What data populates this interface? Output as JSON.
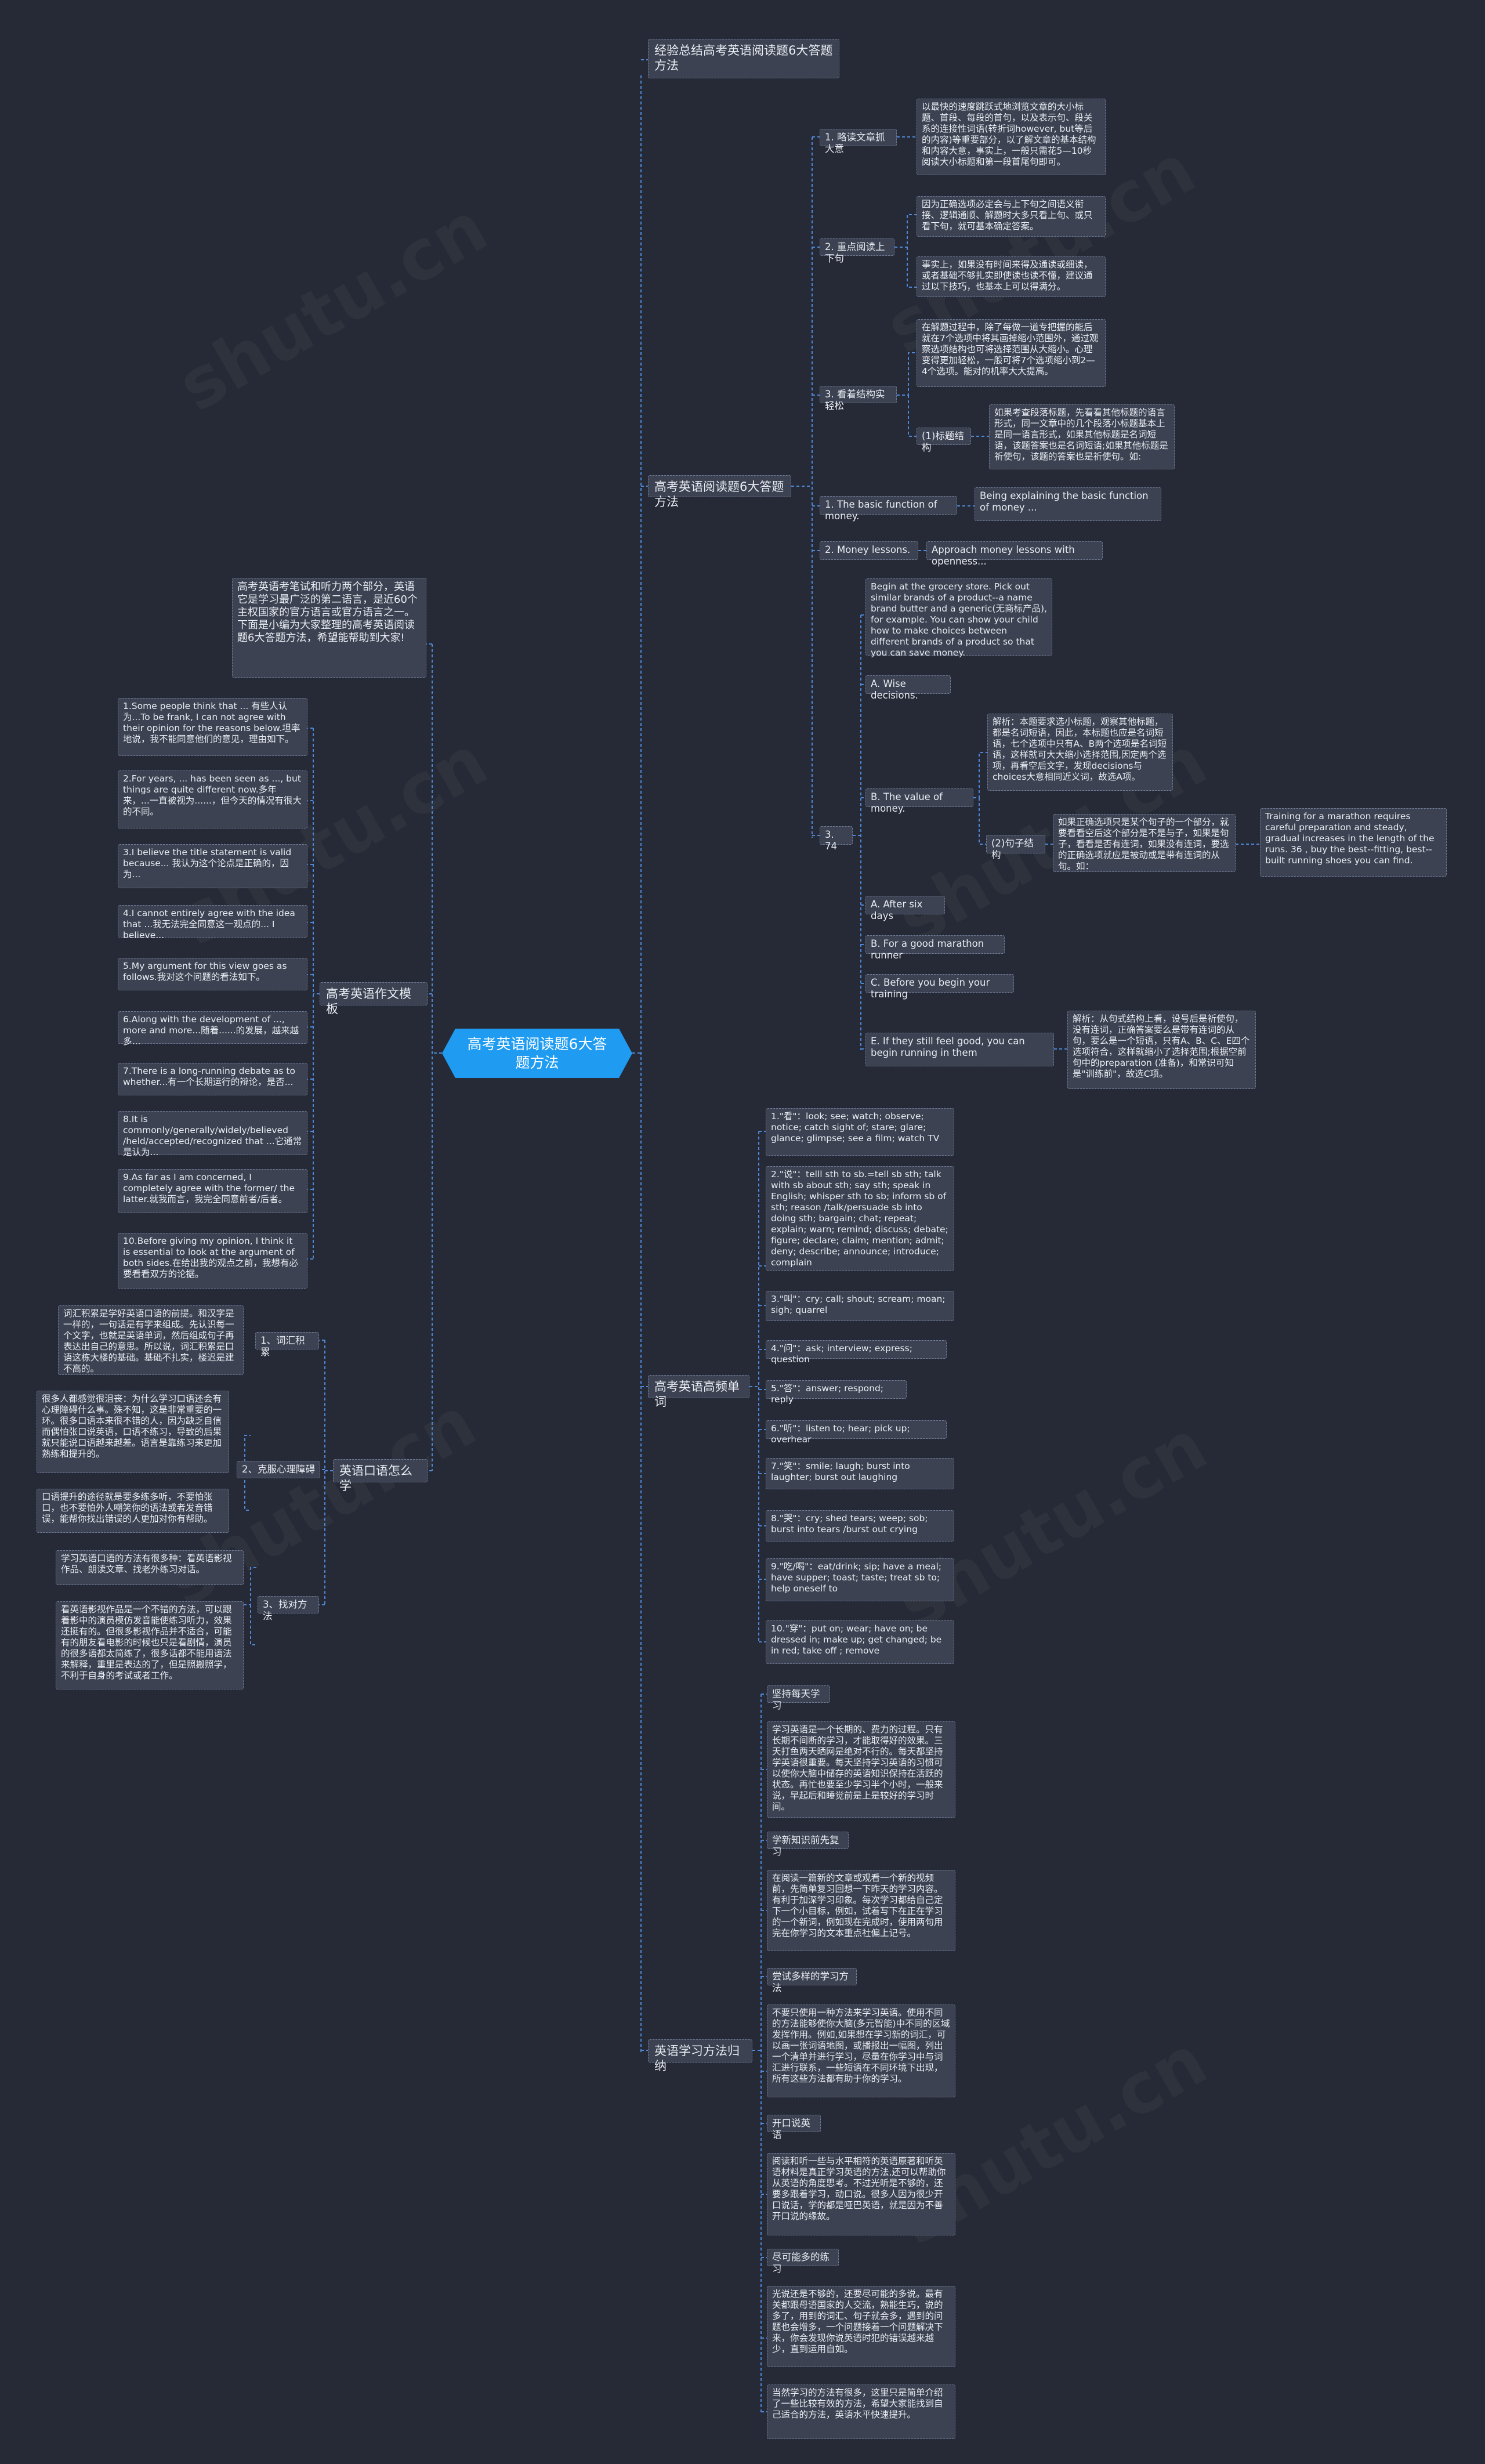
{
  "watermark": "shutu.cn",
  "root": "高考英语阅读题6大答题方法",
  "intro": "高考英语考笔试和听力两个部分，英语它是学习最广泛的第二语言，是近60个主权国家的官方语言或官方语言之一。下面是小编为大家整理的高考英语阅读题6大答题方法，希望能帮助到大家!",
  "r1": {
    "title": "经验总结高考英语阅读题6大答题方法"
  },
  "r2": {
    "title": "高考英语阅读题6大答题方法",
    "s1": {
      "label": "1. 略读文章抓大意",
      "text": "以最快的速度跳跃式地浏览文章的大小标题、首段、每段的首句，以及表示句、段关系的连接性词语(转折词however, but等后的内容)等重要部分，以了解文章的基本结构和内容大意，事实上，一般只需花5—10秒阅读大小标题和第一段首尾句即可。"
    },
    "s2": {
      "label": "2. 重点阅读上下句",
      "t1": "因为正确选项必定会与上下句之间语义衔接、逻辑通顺、解题时大多只看上句、或只看下句，就可基本确定答案。",
      "t2": "事实上，如果没有时间来得及通读或细读，或者基础不够扎实即使读也读不懂，建议通过以下技巧，也基本上可以得满分。"
    },
    "s3": {
      "label": "3. 看着结构实轻松",
      "t1": "在解题过程中，除了每做一道专把握的能后就在7个选项中将其画掉缩小范围外，通过观察选项结构也可将选择范围从大缩小。心理变得更加轻松，一般可将7个选项缩小到2—4个选项。能对的机率大大提高。",
      "k": "(1)标题结构",
      "t2": "如果考查段落标题，先看看其他标题的语言形式，同一文章中的几个段落小标题基本上是同一语言形式，如果其他标题是名词短语，该题答案也是名词短语;如果其他标题是祈使句，该题的答案也是祈使句。如:"
    },
    "s4": {
      "label": "1. The basic function of money.",
      "text": "Being explaining the basic function of money ..."
    },
    "s5": {
      "label": "2. Money lessons.",
      "text": "Approach money lessons with openness..."
    },
    "s6": {
      "label": "3. 74",
      "p1": "Begin at the grocery store. Pick out similar brands of a product--a name brand butter and a generic(无商标产品), for example. You can show your child how to make choices between different brands of a product so that you can save money.",
      "a": "A. Wise decisions.",
      "b": "B. The value of money.",
      "b_e": "解析：本题要求选小标题，观察其他标题，都是名词短语，因此，本标题也应是名词短语，七个选项中只有A、B两个选项是名词短语，这样就可大大缩小选择范围,因定两个选项，再看空后文字，发现decisions与choices大意相同近义词，故选A项。",
      "k2": "(2)句子结构",
      "k2t": "如果正确选项只是某个句子的一个部分，就要看看空后这个部分是不是与子，如果是句子，看看是否有连词，如果没有连词，要选的正确选项就应是被动或是带有连词的从句。如：",
      "k2x": "Training for a marathon requires careful preparation and steady, gradual increases in the length of the runs. 36 , buy the best--fitting, best--built running shoes you can find.",
      "ca": "A. After six days",
      "cb": "B. For a good marathon runner",
      "cc": "C. Before you begin your training",
      "ce": "E. If they still feel good, you can begin running in them",
      "ce_e": "解析：从句式结构上看，设号后是祈使句，没有连词，正确答案要么是带有连词的从句，要么是一个短语，只有A、B、C、E四个选项符合，这样就缩小了选择范围;根据空前句中的preparation (准备)，和常识可知是\"训练前\"，故选C项。"
    }
  },
  "r3": {
    "title": "高考英语高频单词",
    "items": [
      "1.\"看\"：look; see; watch; observe; notice; catch sight of; stare; glare; glance; glimpse; see a film; watch TV",
      "2.\"说\"：telll sth to sb.=tell sb sth; talk with sb about sth; say sth; speak in English; whisper sth to sb; inform sb of sth; reason /talk/persuade sb into doing sth; bargain; chat; repeat; explain; warn; remind; discuss; debate; figure; declare; claim; mention; admit; deny; describe; announce; introduce; complain",
      "3.\"叫\"：cry; call; shout; scream; moan; sigh; quarrel",
      "4.\"问\"：ask; interview; express; question",
      "5.\"答\"：answer; respond; reply",
      "6.\"听\"：listen to; hear; pick up; overhear",
      "7.\"笑\"：smile; laugh; burst into laughter; burst out laughing",
      "8.\"哭\"：cry; shed tears; weep; sob; burst into tears /burst out crying",
      "9.\"吃/喝\"：eat/drink; sip; have a meal; have supper; toast; taste; treat sb to; help oneself to",
      "10.\"穿\"：put on; wear; have on; be dressed in; make up; get changed; be in red; take off ; remove"
    ]
  },
  "r4": {
    "title": "英语学习方法归纳",
    "items": [
      {
        "k": "坚持每天学习",
        "t": "学习英语是一个长期的、费力的过程。只有长期不间断的学习，才能取得好的效果。三天打鱼两天晒网是绝对不行的。每天都坚持学英语很重要。每天坚持学习英语的习惯可以使你大脑中储存的英语知识保持在活跃的状态。再忙也要至少学习半个小时，一般来说，早起后和睡觉前是上是较好的学习时间。"
      },
      {
        "k": "学新知识前先复习",
        "t": "在阅读一篇新的文章或观看一个新的视频前，先简单复习回想一下昨天的学习内容。有利于加深学习印象。每次学习都给自己定下一个小目标，例如，试着写下在正在学习的一个新词，例如现在完成时，使用两句用完在你学习的文本重点社偏上记号。"
      },
      {
        "k": "尝试多样的学习方法",
        "t": "不要只使用一种方法来学习英语。使用不同的方法能够使你大脑(多元智能)中不同的区域发挥作用。例如,如果想在学习新的词汇，可以画一张词语地图，或播报出一幅图，列出一个清单并进行学习，尽量在你学习中与词汇进行联系，一些短语在不同环境下出现，所有这些方法都有助于你的学习。"
      },
      {
        "k": "开口说英语",
        "t": "阅读和听一些与水平相符的英语原著和听英语材料是真正学习英语的方法,还可以帮助你从英语的角度思考。不过光听是不够的，还要多跟着学习，动口说。很多人因为很少开口说话，学的都是哑巴英语，就是因为不善开口说的缘故。"
      },
      {
        "k": "尽可能多的练习",
        "t": "光说还是不够的，还要尽可能的多说。最有关都跟母语国家的人交流，熟能生巧，说的多了，用到的词汇、句子就会多，遇到的问题也会增多，一个问题接着一个问题解决下来，你会发现你说英语时犯的错误越来越少，直到运用自如。"
      }
    ],
    "final": "当然学习的方法有很多，这里只是简单介绍了一些比较有效的方法，希望大家能找到自己适合的方法，英语水平快速提升。"
  },
  "l1": {
    "title": "高考英语作文模板",
    "items": [
      "1.Some people think that ... 有些人认为...To be frank, I can not agree with their opinion for the reasons below.坦率地说，我不能同意他们的意见，理由如下。",
      "2.For years, ... has been seen as ..., but things are quite different now.多年来，...一直被视为......，但今天的情况有很大的不同。",
      "3.I believe the title statement is valid because... 我认为这个论点是正确的，因为...",
      "4.I cannot entirely agree with the idea that ...我无法完全同意这一观点的... I believe...",
      "5.My argument for this view goes as follows.我对这个问题的看法如下。",
      "6.Along with the development of ..., more and more...随着......的发展，越来越多...",
      "7.There is a long-running debate as to whether...有一个长期运行的辩论，是否...",
      "8.It is commonly/generally/widely/believed /held/accepted/recognized that ...它通常是认为...",
      "9.As far as I am concerned, I completely agree with the former/ the latter.就我而言，我完全同意前者/后者。",
      "10.Before giving my opinion, I think it is essential to look at the argument of both sides.在给出我的观点之前，我想有必要看看双方的论据。"
    ]
  },
  "l2": {
    "title": "英语口语怎么学",
    "s1": {
      "label": "1、词汇积累",
      "text": "词汇积累是学好英语口语的前提。和汉字是一样的，一句话是有字来组成。先认识每一个文字，也就是英语单词，然后组成句子再表达出自己的意思。所以说，词汇积累是口语这栋大楼的基础。基础不扎实，楼迟是建不高的。"
    },
    "s2": {
      "label": "2、克服心理障碍",
      "t1": "很多人都感觉很沮丧：为什么学习口语还会有心理障碍什么事。殊不知，这是非常重要的一环。很多口语本来很不错的人，因为缺乏自信而偶怕张口说英语，口语不练习，导致的后果就只能说口语越来越差。语言是靠练习来更加熟练和提升的。",
      "t2": "口语提升的途径就是要多练多听，不要怕张口，也不要怕外人嘲笑你的语法或者发音错误，能帮你找出错误的人更加对你有帮助。"
    },
    "s3": {
      "label": "3、找对方法",
      "t1": "学习英语口语的方法有很多种：看英语影视作品、朗读文章、找老外练习对话。",
      "t2": "看英语影视作品是一个不错的方法，可以跟着影中的演员模仿发音能使练习听力，效果还挺有的。但很多影视作品并不适合，可能有的朋友看电影的时候也只是看剧情，演员的很多语都太简练了，很多话都不能用语法来解释，重里是表达的了，但是照搬照学，不利于自身的考试或者工作。"
    }
  }
}
